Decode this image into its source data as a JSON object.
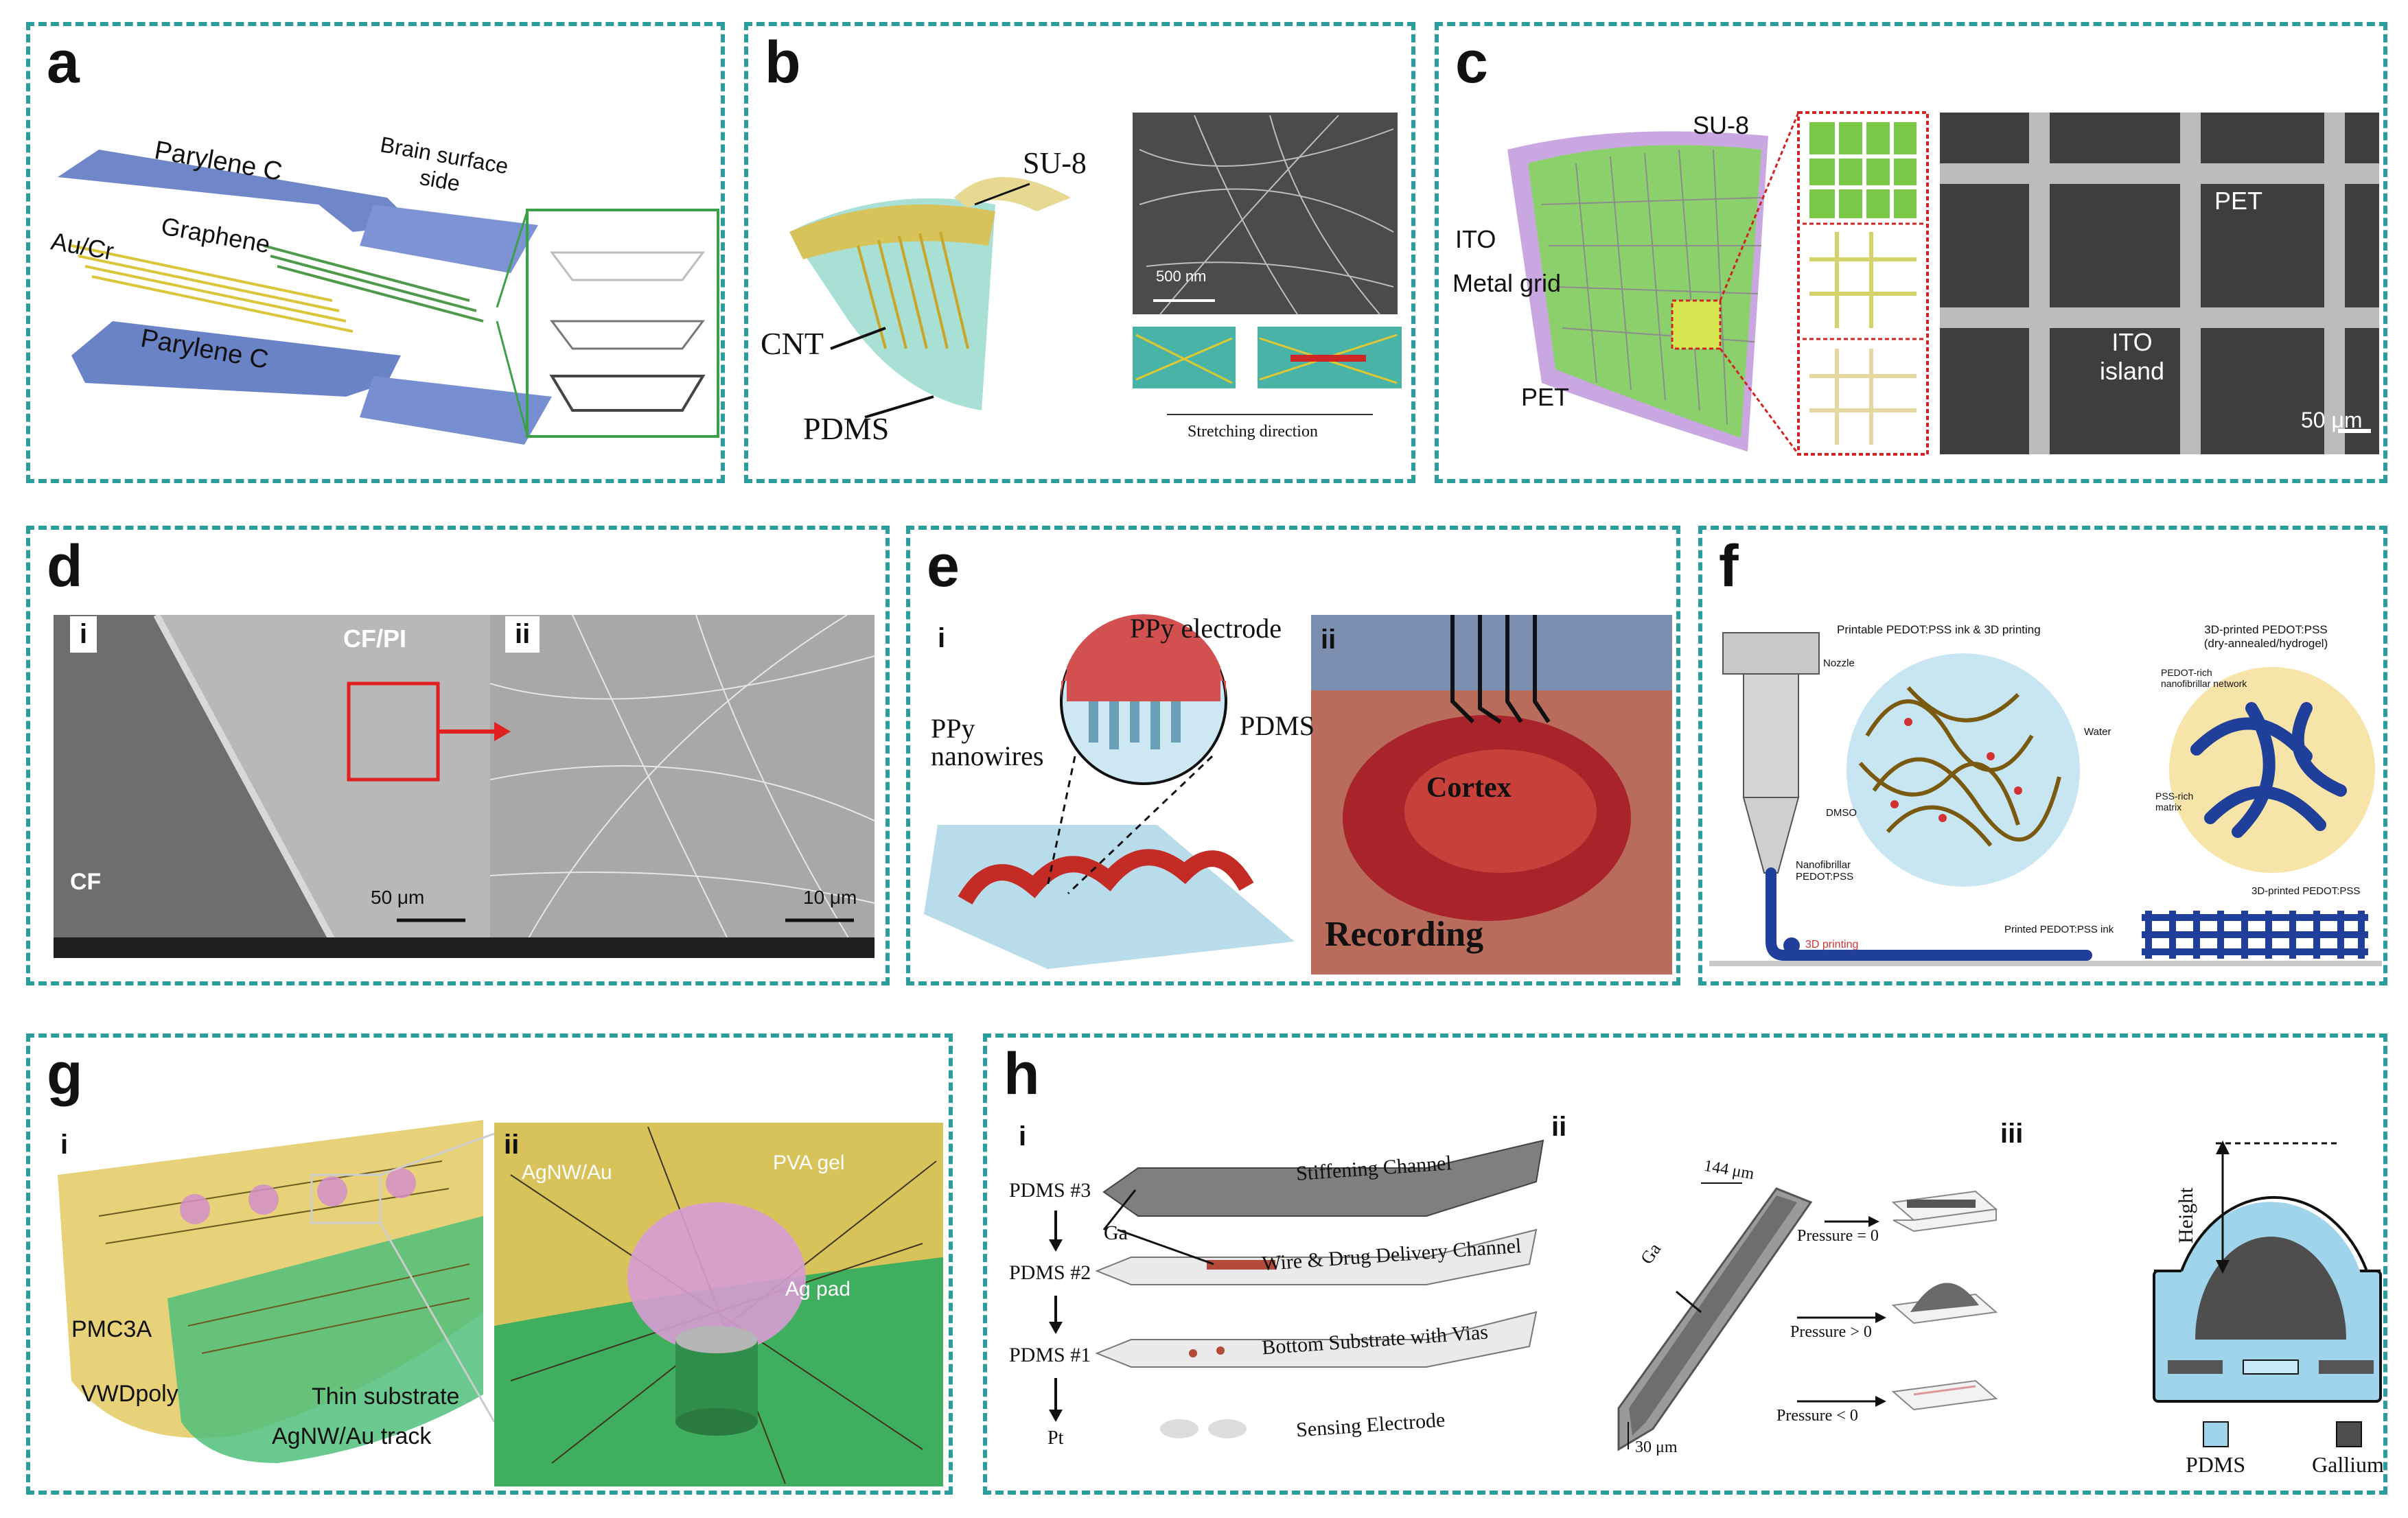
{
  "panels": {
    "a": {
      "label": "a",
      "parylene_top": "Parylene C",
      "brain_surface": "Brain surface side",
      "graphene": "Graphene",
      "aucr": "Au/Cr",
      "parylene_bottom": "Parylene C"
    },
    "b": {
      "label": "b",
      "su8": "SU-8",
      "cnt": "CNT",
      "pdms": "PDMS",
      "scale": "500 nm",
      "stretch": "Stretching direction"
    },
    "c": {
      "label": "c",
      "su8": "SU-8",
      "ito": "ITO",
      "metal_grid": "Metal grid",
      "pet": "PET",
      "sem_pet": "PET",
      "sem_ito": "ITO island",
      "scale": "50 μm"
    },
    "d": {
      "label": "d",
      "sub_i": "i",
      "sub_ii": "ii",
      "cfpi": "CF/PI",
      "cf": "CF",
      "scale_i": "50 μm",
      "scale_ii": "10 μm"
    },
    "e": {
      "label": "e",
      "sub_i": "i",
      "sub_ii": "ii",
      "ppy_electrode": "PPy electrode",
      "ppy_nanowires": "PPy nanowires",
      "pdms": "PDMS",
      "cortex": "Cortex",
      "recording": "Recording"
    },
    "f": {
      "label": "f",
      "title_left": "Printable PEDOT:PSS ink & 3D printing",
      "title_right": "3D-printed PEDOT:PSS (dry-annealed/hydrogel)",
      "nozzle": "Nozzle",
      "water": "Water",
      "dmso": "DMSO",
      "nanofibrillar": "Nanofibrillar PEDOT:PSS",
      "printed_ink": "Printed PEDOT:PSS ink",
      "printing": "3D printing",
      "pedot_rich": "PEDOT-rich nanofibrillar network",
      "pss_rich": "PSS-rich matrix",
      "printed_pedot": "3D-printed PEDOT:PSS"
    },
    "g": {
      "label": "g",
      "sub_i": "i",
      "sub_ii": "ii",
      "pmc3a": "PMC3A",
      "vwdpoly": "VWDpoly",
      "thin_substrate": "Thin substrate",
      "agnw_track": "AgNW/Au track",
      "agnw_au": "AgNW/Au",
      "pva_gel": "PVA gel",
      "ag_pad": "Ag pad"
    },
    "h": {
      "label": "h",
      "sub_i": "i",
      "sub_ii": "ii",
      "sub_iii": "iii",
      "pdms3": "PDMS #3",
      "pdms2": "PDMS #2",
      "pdms1": "PDMS #1",
      "pt": "Pt",
      "ga": "Ga",
      "stiffening": "Stiffening Channel",
      "wire_drug": "Wire & Drug Delivery Channel",
      "bottom_substrate": "Bottom Substrate with Vias",
      "sensing": "Sensing Electrode",
      "dim_144": "144 μm",
      "dim_30": "30 μm",
      "ga2": "Ga",
      "pressure_eq": "Pressure = 0",
      "pressure_gt": "Pressure > 0",
      "pressure_lt": "Pressure < 0",
      "height": "Height",
      "legend_pdms": "PDMS",
      "legend_gallium": "Gallium"
    }
  },
  "colors": {
    "border": "#2b9d9a",
    "pdms_blue": "#a9d8ec",
    "gallium_gray": "#5a5a5a",
    "ppy_red": "#c8312d",
    "pedot_blue": "#1f3f9a"
  }
}
